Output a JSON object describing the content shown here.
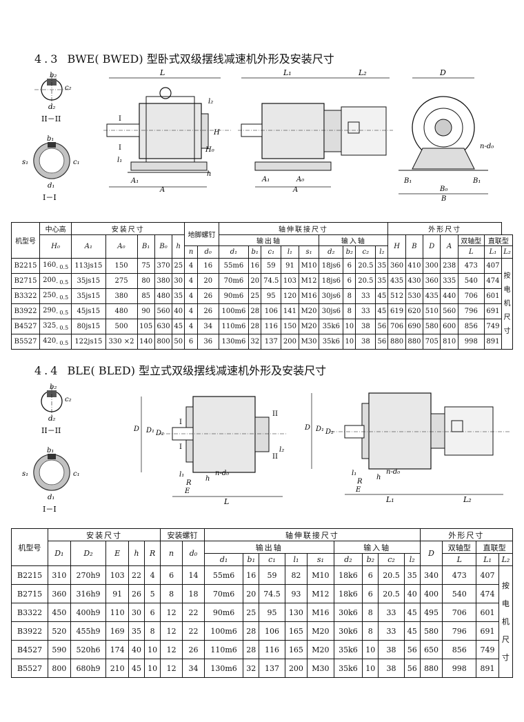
{
  "section1": {
    "number": "4.3",
    "title": "BWE( BWED) 型卧式双级摆线减速机外形及安装尺寸",
    "fig_labels": {
      "key_top": [
        "b₂",
        "c₂",
        "d₂",
        "II－II"
      ],
      "key_bottom": [
        "b₁",
        "s₁",
        "c₁",
        "d₁",
        "I－I"
      ],
      "drawing1": [
        "L",
        "l₂",
        "h",
        "H",
        "H₀",
        "A₁",
        "A",
        "l₁",
        "I",
        "I"
      ],
      "drawing2": [
        "L₁",
        "L₂",
        "A₀",
        "A₁",
        "A"
      ],
      "drawing3": [
        "D",
        "n-d₀",
        "B₁",
        "B₁",
        "B₀",
        "B"
      ]
    },
    "table": {
      "headers": {
        "model": "机型号",
        "center_height": "中心高",
        "h0": "H₀",
        "install": "安装尺寸",
        "anchor": "地脚螺钉",
        "shaft": "轴伸联接尺寸",
        "output": "输出轴",
        "input": "输入轴",
        "outline": "外形尺寸",
        "double": "双轴型",
        "direct": "直联型",
        "cols": [
          "A₁",
          "A₀",
          "B₁",
          "B₀",
          "h",
          "n",
          "d₀",
          "d₁",
          "b₁",
          "c₁",
          "l₁",
          "s₁",
          "d₂",
          "b₂",
          "c₂",
          "l₂",
          "H",
          "B",
          "D",
          "A",
          "L",
          "L₁",
          "L₂"
        ]
      },
      "rows": [
        {
          "model": "B2215",
          "h0": "160",
          "tol": "- 0.5",
          "cells": [
            "113js15",
            "150",
            "75",
            "370",
            "25",
            "4",
            "16",
            "55m6",
            "16",
            "59",
            "91",
            "M10",
            "18js6",
            "6",
            "20.5",
            "35",
            "360",
            "410",
            "300",
            "238",
            "473",
            "407"
          ]
        },
        {
          "model": "B2715",
          "h0": "200",
          "tol": "- 0.5",
          "cells": [
            "35js15",
            "275",
            "80",
            "380",
            "30",
            "4",
            "20",
            "70m6",
            "20",
            "74.5",
            "103",
            "M12",
            "18js6",
            "6",
            "20.5",
            "35",
            "435",
            "430",
            "360",
            "335",
            "540",
            "474"
          ]
        },
        {
          "model": "B3322",
          "h0": "250",
          "tol": "- 0.5",
          "cells": [
            "35js15",
            "380",
            "85",
            "480",
            "35",
            "4",
            "26",
            "90m6",
            "25",
            "95",
            "120",
            "M16",
            "30js6",
            "8",
            "33",
            "45",
            "512",
            "530",
            "435",
            "440",
            "706",
            "601"
          ]
        },
        {
          "model": "B3922",
          "h0": "290",
          "tol": "- 0.5",
          "cells": [
            "45js15",
            "480",
            "90",
            "560",
            "40",
            "4",
            "26",
            "100m6",
            "28",
            "106",
            "141",
            "M20",
            "30js6",
            "8",
            "33",
            "45",
            "619",
            "620",
            "510",
            "560",
            "796",
            "691"
          ]
        },
        {
          "model": "B4527",
          "h0": "325",
          "tol": "- 0.5",
          "cells": [
            "80js15",
            "500",
            "105",
            "630",
            "45",
            "4",
            "34",
            "110m6",
            "28",
            "116",
            "150",
            "M20",
            "35k6",
            "10",
            "38",
            "56",
            "706",
            "690",
            "580",
            "600",
            "856",
            "749"
          ]
        },
        {
          "model": "B5527",
          "h0": "420",
          "tol": "- 0.5",
          "cells": [
            "122js15",
            "330 ×2",
            "140",
            "800",
            "50",
            "6",
            "36",
            "130m6",
            "32",
            "137",
            "200",
            "M30",
            "35k6",
            "10",
            "38",
            "56",
            "880",
            "880",
            "705",
            "810",
            "998",
            "891"
          ]
        }
      ],
      "note": "按电机尺寸"
    }
  },
  "section2": {
    "number": "4.4",
    "title": "BLE( BLED) 型立式双级摆线减速机外形及安装尺寸",
    "fig_labels": {
      "key_top": [
        "b₂",
        "c₂",
        "d₂",
        "II－II"
      ],
      "key_bottom": [
        "b₁",
        "s₁",
        "c₁",
        "d₁",
        "I－I"
      ],
      "drawing1": [
        "D",
        "D₁",
        "D₂",
        "I",
        "I",
        "II",
        "II",
        "l₁",
        "R",
        "E",
        "h",
        "n-d₀",
        "l₂",
        "L"
      ],
      "drawing2": [
        "D",
        "D₁",
        "D₂",
        "l₁",
        "R",
        "E",
        "h",
        "n-d₀",
        "L₁",
        "L₂"
      ]
    },
    "table": {
      "headers": {
        "model": "机型号",
        "install": "安装尺寸",
        "bolt": "安装螺钉",
        "shaft": "轴伸联接尺寸",
        "output": "输出轴",
        "input": "输入轴",
        "outline": "外形尺寸",
        "double": "双轴型",
        "direct": "直联型",
        "cols": [
          "D₁",
          "D₂",
          "E",
          "h",
          "R",
          "n",
          "d₀",
          "d₁",
          "b₁",
          "c₁",
          "l₁",
          "s₁",
          "d₂",
          "b₂",
          "c₂",
          "l₂",
          "D",
          "L",
          "L₁",
          "L₂"
        ]
      },
      "rows": [
        {
          "model": "B2215",
          "cells": [
            "310",
            "270h9",
            "103",
            "22",
            "4",
            "6",
            "14",
            "55m6",
            "16",
            "59",
            "82",
            "M10",
            "18k6",
            "6",
            "20.5",
            "35",
            "340",
            "473",
            "407"
          ]
        },
        {
          "model": "B2715",
          "cells": [
            "360",
            "316h9",
            "91",
            "26",
            "5",
            "8",
            "18",
            "70m6",
            "20",
            "74.5",
            "93",
            "M12",
            "18k6",
            "6",
            "20.5",
            "40",
            "400",
            "540",
            "474"
          ]
        },
        {
          "model": "B3322",
          "cells": [
            "450",
            "400h9",
            "110",
            "30",
            "6",
            "12",
            "22",
            "90m6",
            "25",
            "95",
            "130",
            "M16",
            "30k6",
            "8",
            "33",
            "45",
            "495",
            "706",
            "601"
          ]
        },
        {
          "model": "B3922",
          "cells": [
            "520",
            "455h9",
            "169",
            "35",
            "8",
            "12",
            "22",
            "100m6",
            "28",
            "106",
            "165",
            "M20",
            "30k6",
            "8",
            "33",
            "45",
            "580",
            "796",
            "691"
          ]
        },
        {
          "model": "B4527",
          "cells": [
            "590",
            "520h6",
            "174",
            "40",
            "10",
            "12",
            "26",
            "110m6",
            "28",
            "116",
            "165",
            "M20",
            "35k6",
            "10",
            "38",
            "56",
            "650",
            "856",
            "749"
          ]
        },
        {
          "model": "B5527",
          "cells": [
            "800",
            "680h9",
            "210",
            "45",
            "10",
            "12",
            "34",
            "130m6",
            "32",
            "137",
            "200",
            "M30",
            "35k6",
            "10",
            "38",
            "56",
            "880",
            "998",
            "891"
          ]
        }
      ],
      "note": "按电机尺寸"
    }
  }
}
